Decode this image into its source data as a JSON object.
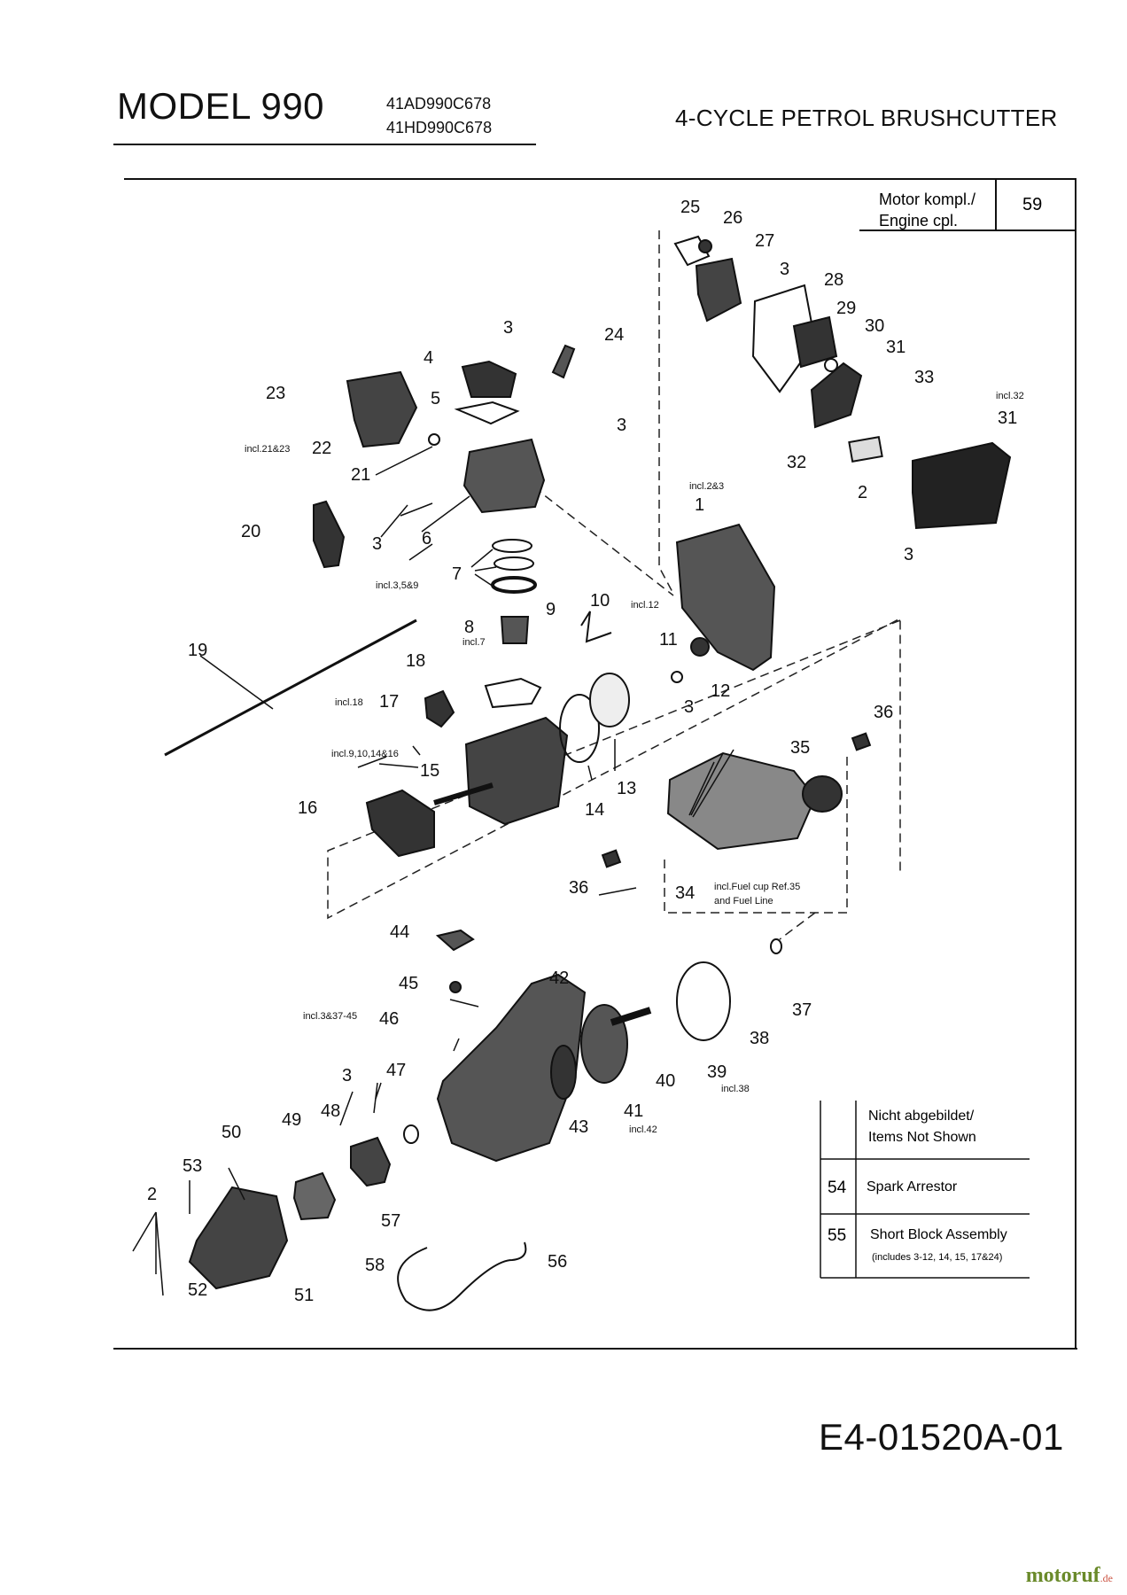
{
  "header": {
    "model": "MODEL 990",
    "codes": [
      "41AD990C678",
      "41HD990C678"
    ],
    "product": "4-CYCLE PETROL BRUSHCUTTER"
  },
  "engine_box": {
    "label_line1": "Motor kompl./",
    "label_line2": "Engine cpl.",
    "number": "59"
  },
  "not_shown_table": {
    "header_line1": "Nicht abgebildet/",
    "header_line2": "Items Not Shown",
    "rows": [
      {
        "num": "54",
        "text": "Spark Arrestor",
        "sub": ""
      },
      {
        "num": "55",
        "text": "Short Block Assembly",
        "sub": "(includes 3-12, 14, 15, 17&24)"
      }
    ]
  },
  "callouts": [
    "25",
    "26",
    "27",
    "3",
    "28",
    "29",
    "30",
    "31",
    "33",
    "24",
    "4",
    "3",
    "5",
    "23",
    "22",
    "21",
    "3",
    "32",
    "31",
    "2",
    "1",
    "3",
    "20",
    "6",
    "3",
    "7",
    "10",
    "8",
    "9",
    "11",
    "12",
    "19",
    "18",
    "17",
    "3",
    "36",
    "13",
    "35",
    "15",
    "14",
    "16",
    "36",
    "34",
    "44",
    "37",
    "45",
    "42",
    "38",
    "46",
    "40",
    "39",
    "41",
    "43",
    "47",
    "3",
    "48",
    "49",
    "50",
    "53",
    "2",
    "57",
    "56",
    "58",
    "52",
    "51"
  ],
  "notes": [
    "incl.21&23",
    "incl.32",
    "incl.2&3",
    "incl.3,5&9",
    "incl.12",
    "incl.7",
    "incl.18",
    "incl.9,10,14&16",
    "incl.Fuel cup Ref.35",
    "and Fuel Line",
    "incl.3&37-45",
    "incl.38",
    "incl.42"
  ],
  "footer": {
    "doc_code": "E4-01520A-01",
    "watermark": "motoruf",
    "watermark_suffix": ".de"
  }
}
